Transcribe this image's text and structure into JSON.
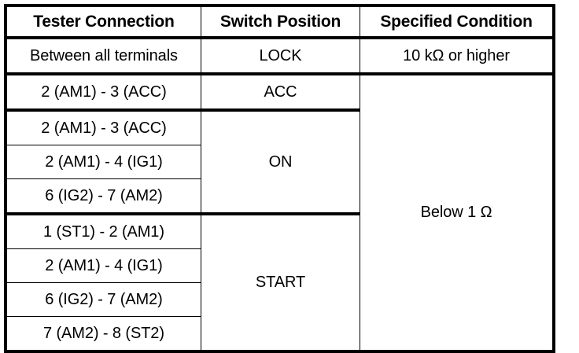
{
  "table": {
    "columns": [
      {
        "key": "tester_connection",
        "label": "Tester Connection"
      },
      {
        "key": "switch_position",
        "label": "Switch Position"
      },
      {
        "key": "specified_condition",
        "label": "Specified Condition"
      }
    ],
    "rows": [
      {
        "tester_connection": "Between all terminals",
        "switch_position": "LOCK",
        "specified_condition": "10 kΩ or higher"
      },
      {
        "tester_connection": "2 (AM1) - 3 (ACC)",
        "switch_position": "ACC",
        "specified_condition": "Below 1 Ω"
      },
      {
        "tester_connection": "2 (AM1) - 3 (ACC)",
        "switch_position": "ON",
        "specified_condition": ""
      },
      {
        "tester_connection": "2 (AM1) - 4 (IG1)",
        "switch_position": "",
        "specified_condition": ""
      },
      {
        "tester_connection": "6 (IG2) - 7 (AM2)",
        "switch_position": "",
        "specified_condition": ""
      },
      {
        "tester_connection": "1 (ST1) - 2 (AM1)",
        "switch_position": "START",
        "specified_condition": ""
      },
      {
        "tester_connection": "2 (AM1) - 4 (IG1)",
        "switch_position": "",
        "specified_condition": ""
      },
      {
        "tester_connection": "6 (IG2) - 7 (AM2)",
        "switch_position": "",
        "specified_condition": ""
      },
      {
        "tester_connection": "7 (AM2) - 8 (ST2)",
        "switch_position": "",
        "specified_condition": ""
      }
    ],
    "merged_cells": {
      "switch_position_lock": {
        "text": "LOCK",
        "rowspan": 1
      },
      "switch_position_acc": {
        "text": "ACC",
        "rowspan": 1
      },
      "switch_position_on": {
        "text": "ON",
        "rowspan": 3
      },
      "switch_position_start": {
        "text": "START",
        "rowspan": 4
      },
      "condition_high": {
        "text": "10 kΩ or higher",
        "rowspan": 1
      },
      "condition_low": {
        "text": "Below 1 Ω",
        "rowspan": 8
      }
    },
    "colors": {
      "border": "#000000",
      "background": "#ffffff",
      "text": "#000000"
    }
  }
}
